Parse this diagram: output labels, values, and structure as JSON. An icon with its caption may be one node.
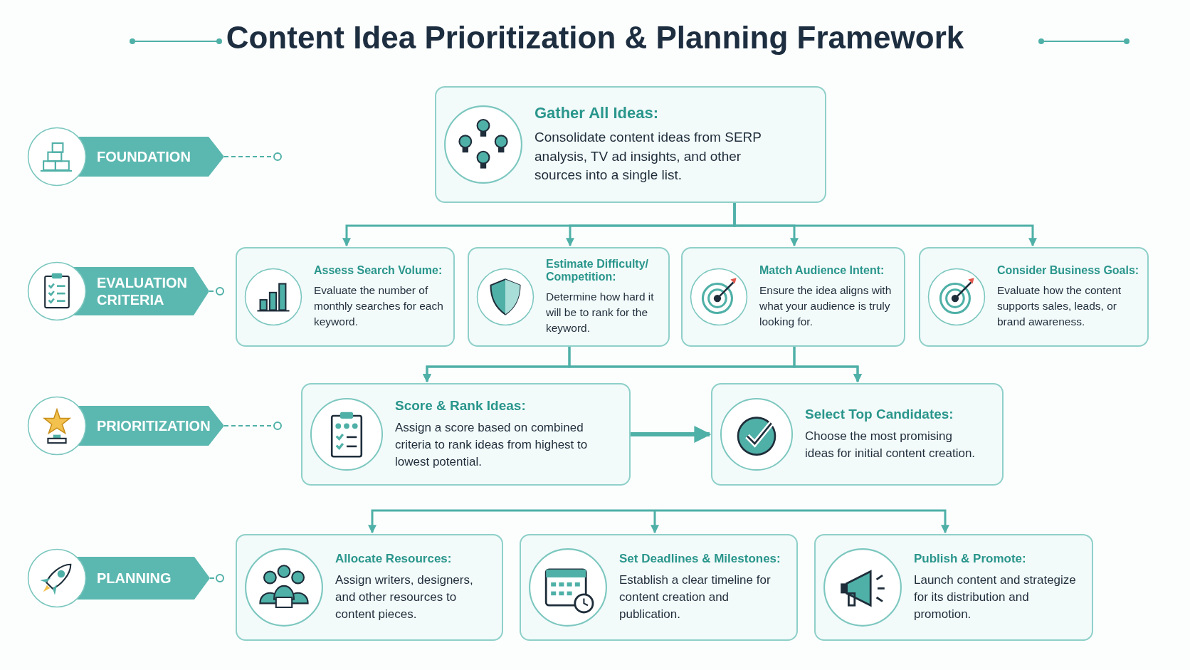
{
  "diagram": {
    "title": "Content Idea Prioritization & Planning Framework",
    "nodes": [
      {
        "text": [
          "FOUNDATION"
        ]
      },
      {
        "text": [],
        "shape": "circle"
      },
      {
        "text": [
          "Gather All Ideas:",
          "Consolidate content ideas from SERP analysis, TV ad insights, and other sources into a single list."
        ]
      },
      {
        "text": [
          "EVALUATION CRITERIA"
        ]
      },
      {
        "text": [],
        "shape": "circle"
      },
      {
        "text": [
          "Assess Search Volume:",
          "Evaluate the number of monthly searches for each keyword."
        ]
      },
      {
        "text": [
          "Estimate Difficulty/ Competition:",
          "Determine how hard it will be to rank for the keyword."
        ]
      },
      {
        "text": [
          "Match Audience Intent:",
          "Ensure the idea aligns with what your audience is truly looking for."
        ]
      },
      {
        "text": [
          "Consider Business Goals:",
          "Evaluate how the content supports sales, leads, or brand awareness."
        ]
      },
      {
        "text": [
          "PRIORITIZATION"
        ]
      },
      {
        "text": [],
        "shape": "circle"
      },
      {
        "text": [
          "Score & Rank Ideas:",
          "Assign a score based on combined criteria to rank ideas from highest to lowest potential."
        ]
      },
      {
        "text": [
          "Select Top Candidates:",
          "Choose the most promising ideas for initial content creation."
        ]
      },
      {
        "text": [
          "PLANNING"
        ]
      },
      {
        "text": [],
        "shape": "circle"
      },
      {
        "text": [
          "Allocate Resources:",
          "Assign writers, designers, and other resources to content pieces."
        ]
      },
      {
        "text": [
          "Set Deadlines & Milestones:",
          "Establish a clear timeline for content creation and publication."
        ]
      },
      {
        "text": [
          "Publish & Promote:",
          "Launch content and strategize for its distribution and promotion."
        ]
      }
    ],
    "edges": [
      {
        "from": 0,
        "to": 1,
        "arrow": "none",
        "style": "dashed"
      },
      {
        "from": 2,
        "to": 5,
        "arrow": "to"
      },
      {
        "from": 2,
        "to": 6,
        "arrow": "to"
      },
      {
        "from": 2,
        "to": 7,
        "arrow": "to"
      },
      {
        "from": 2,
        "to": 8,
        "arrow": "to"
      },
      {
        "from": 3,
        "to": 4,
        "arrow": "none",
        "style": "dashed"
      },
      {
        "from": 6,
        "to": 11,
        "arrow": "to"
      },
      {
        "from": 6,
        "to": 12,
        "arrow": "to"
      },
      {
        "from": 7,
        "to": 11,
        "arrow": "to"
      },
      {
        "from": 7,
        "to": 12,
        "arrow": "to"
      },
      {
        "from": 9,
        "to": 10,
        "arrow": "none",
        "style": "dashed"
      },
      {
        "from": 11,
        "to": 12,
        "arrow": "to",
        "style": "thick"
      },
      {
        "from": 13,
        "to": 14,
        "arrow": "none",
        "style": "dashed"
      },
      {
        "from": null,
        "to": 15,
        "arrow": "to"
      },
      {
        "from": null,
        "to": 16,
        "arrow": "to"
      },
      {
        "from": null,
        "to": 17,
        "arrow": "to"
      }
    ]
  }
}
